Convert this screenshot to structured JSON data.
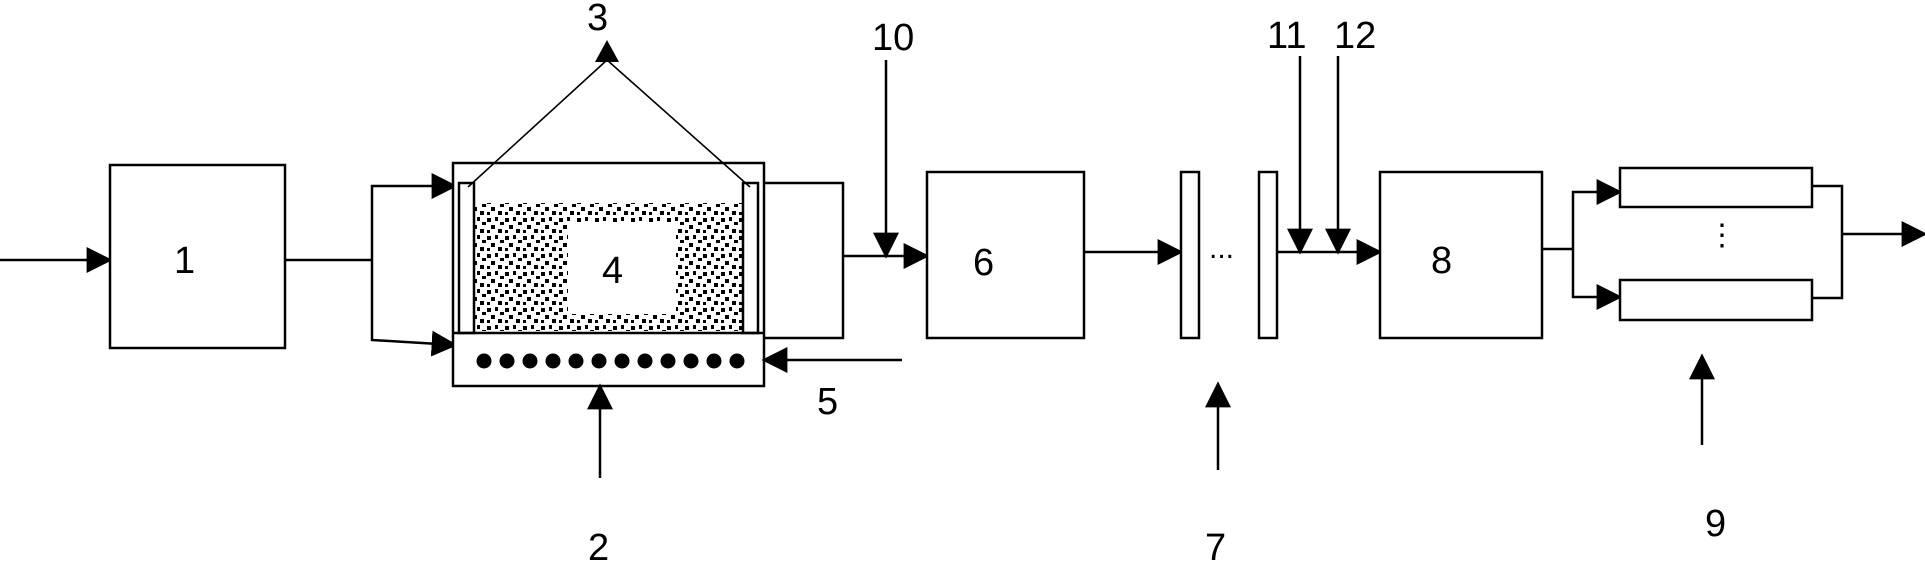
{
  "diagram": {
    "labels": {
      "l1": "1",
      "l2": "2",
      "l3": "3",
      "l4": "4",
      "l5": "5",
      "l6": "6",
      "l7": "7",
      "l8": "8",
      "l9": "9",
      "l10": "10",
      "l11": "11",
      "l12": "12"
    },
    "ellipsis_h": "...",
    "ellipsis_v": "⋮"
  }
}
